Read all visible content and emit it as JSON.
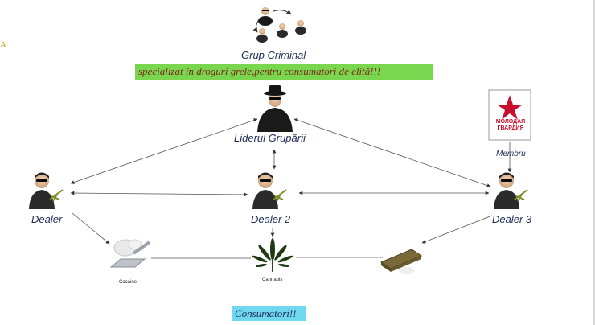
{
  "title": "Grup Criminal",
  "subtitle": "specializat în droguri grele,pentru consumatori de elită!!!",
  "nodes": {
    "leader": "Liderul Grupării",
    "dealer1": "Dealer",
    "dealer2": "Dealer 2",
    "dealer3": "Dealer 3",
    "member": "Membru",
    "cocaine": "Cocaine",
    "cannabis": "Cannabis"
  },
  "logo": {
    "line1": "МОЛОДАЯ",
    "line2": "ГВАРДИЯ"
  },
  "consumers": "Consumatori!!",
  "edge_mark": "A",
  "colors": {
    "green_banner": "#7bd64f",
    "cyan_banner": "#6fd7ee",
    "logo_red": "#c8102e",
    "label_color": "#1e2a5a",
    "banner_text": "#7a2a1a"
  }
}
